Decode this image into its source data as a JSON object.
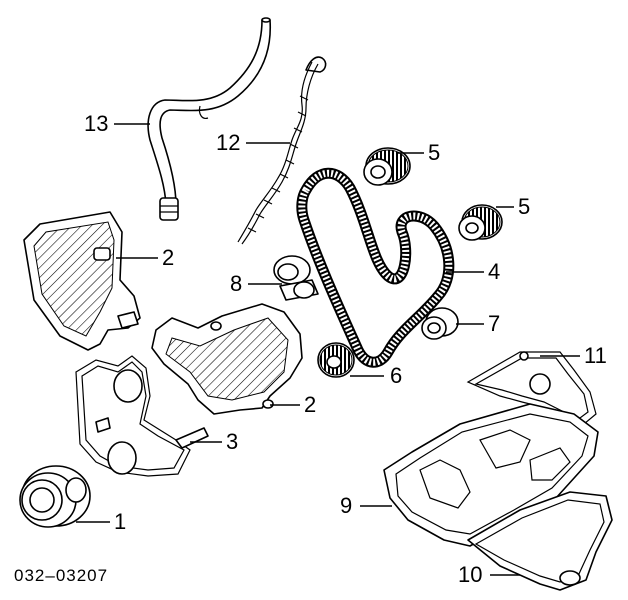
{
  "diagram": {
    "reference_code": "032–03207",
    "callouts": [
      {
        "id": "c13",
        "text": "13"
      },
      {
        "id": "c12",
        "text": "12"
      },
      {
        "id": "c5a",
        "text": "5"
      },
      {
        "id": "c5b",
        "text": "5"
      },
      {
        "id": "c2a",
        "text": "2"
      },
      {
        "id": "c8",
        "text": "8"
      },
      {
        "id": "c4",
        "text": "4"
      },
      {
        "id": "c7",
        "text": "7"
      },
      {
        "id": "c11",
        "text": "11"
      },
      {
        "id": "c6",
        "text": "6"
      },
      {
        "id": "c2b",
        "text": "2"
      },
      {
        "id": "c3",
        "text": "3"
      },
      {
        "id": "c9",
        "text": "9"
      },
      {
        "id": "c1",
        "text": "1"
      },
      {
        "id": "c10",
        "text": "10"
      }
    ]
  }
}
